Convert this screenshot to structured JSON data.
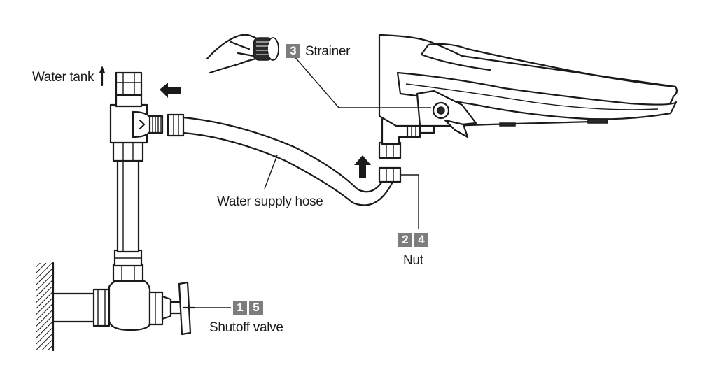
{
  "labels": {
    "water_tank": "Water tank",
    "strainer": "Strainer",
    "water_supply_hose": "Water supply hose",
    "nut": "Nut",
    "shutoff_valve": "Shutoff valve"
  },
  "badges": {
    "strainer_step": "3",
    "nut_step_a": "2",
    "nut_step_b": "4",
    "valve_step_a": "1",
    "valve_step_b": "5"
  },
  "colors": {
    "badge_bg": "#7d7d7d",
    "line": "#1a1a1a"
  }
}
